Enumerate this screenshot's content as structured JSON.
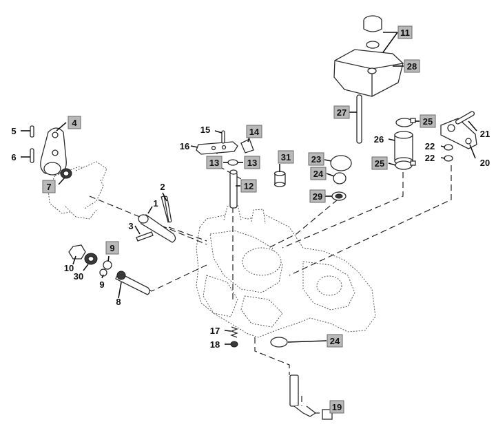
{
  "labels": [
    {
      "id": "callout-1",
      "text": "1",
      "boxed": false
    },
    {
      "id": "callout-2",
      "text": "2",
      "boxed": false
    },
    {
      "id": "callout-3",
      "text": "3",
      "boxed": false
    },
    {
      "id": "callout-4",
      "text": "4",
      "boxed": true
    },
    {
      "id": "callout-5",
      "text": "5",
      "boxed": false
    },
    {
      "id": "callout-6",
      "text": "6",
      "boxed": false
    },
    {
      "id": "callout-7",
      "text": "7",
      "boxed": true
    },
    {
      "id": "callout-8",
      "text": "8",
      "boxed": false
    },
    {
      "id": "callout-9a",
      "text": "9",
      "boxed": true
    },
    {
      "id": "callout-9b",
      "text": "9",
      "boxed": false
    },
    {
      "id": "callout-10",
      "text": "10",
      "boxed": false
    },
    {
      "id": "callout-11",
      "text": "11",
      "boxed": true
    },
    {
      "id": "callout-12",
      "text": "12",
      "boxed": true
    },
    {
      "id": "callout-13a",
      "text": "13",
      "boxed": true
    },
    {
      "id": "callout-13b",
      "text": "13",
      "boxed": true
    },
    {
      "id": "callout-14",
      "text": "14",
      "boxed": true
    },
    {
      "id": "callout-15",
      "text": "15",
      "boxed": false
    },
    {
      "id": "callout-16",
      "text": "16",
      "boxed": false
    },
    {
      "id": "callout-17",
      "text": "17",
      "boxed": false
    },
    {
      "id": "callout-18",
      "text": "18",
      "boxed": false
    },
    {
      "id": "callout-19",
      "text": "19",
      "boxed": true
    },
    {
      "id": "callout-20",
      "text": "20",
      "boxed": false
    },
    {
      "id": "callout-21",
      "text": "21",
      "boxed": false
    },
    {
      "id": "callout-22a",
      "text": "22",
      "boxed": false
    },
    {
      "id": "callout-22b",
      "text": "22",
      "boxed": false
    },
    {
      "id": "callout-23",
      "text": "23",
      "boxed": true
    },
    {
      "id": "callout-24a",
      "text": "24",
      "boxed": true
    },
    {
      "id": "callout-24b",
      "text": "24",
      "boxed": true
    },
    {
      "id": "callout-25a",
      "text": "25",
      "boxed": true
    },
    {
      "id": "callout-25b",
      "text": "25",
      "boxed": true
    },
    {
      "id": "callout-26",
      "text": "26",
      "boxed": false
    },
    {
      "id": "callout-27",
      "text": "27",
      "boxed": true
    },
    {
      "id": "callout-28",
      "text": "28",
      "boxed": true
    },
    {
      "id": "callout-29",
      "text": "29",
      "boxed": true
    },
    {
      "id": "callout-30",
      "text": "30",
      "boxed": false
    },
    {
      "id": "callout-31",
      "text": "31",
      "boxed": true
    }
  ]
}
